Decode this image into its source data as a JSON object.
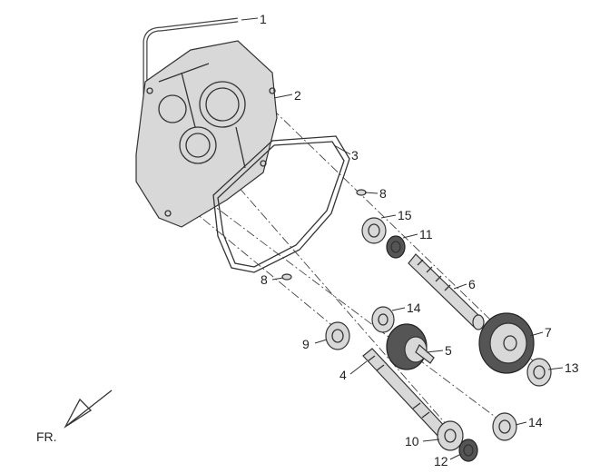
{
  "diagram": {
    "callouts": [
      {
        "id": "c1",
        "label": "1"
      },
      {
        "id": "c2",
        "label": "2"
      },
      {
        "id": "c3",
        "label": "3"
      },
      {
        "id": "c8a",
        "label": "8"
      },
      {
        "id": "c15",
        "label": "15"
      },
      {
        "id": "c11",
        "label": "11"
      },
      {
        "id": "c6",
        "label": "6"
      },
      {
        "id": "c8b",
        "label": "8"
      },
      {
        "id": "c14a",
        "label": "14"
      },
      {
        "id": "c5",
        "label": "5"
      },
      {
        "id": "c7",
        "label": "7"
      },
      {
        "id": "c9",
        "label": "9"
      },
      {
        "id": "c4",
        "label": "4"
      },
      {
        "id": "c13",
        "label": "13"
      },
      {
        "id": "c14b",
        "label": "14"
      },
      {
        "id": "c10",
        "label": "10"
      },
      {
        "id": "c12",
        "label": "12"
      }
    ],
    "direction_label": "FR."
  }
}
